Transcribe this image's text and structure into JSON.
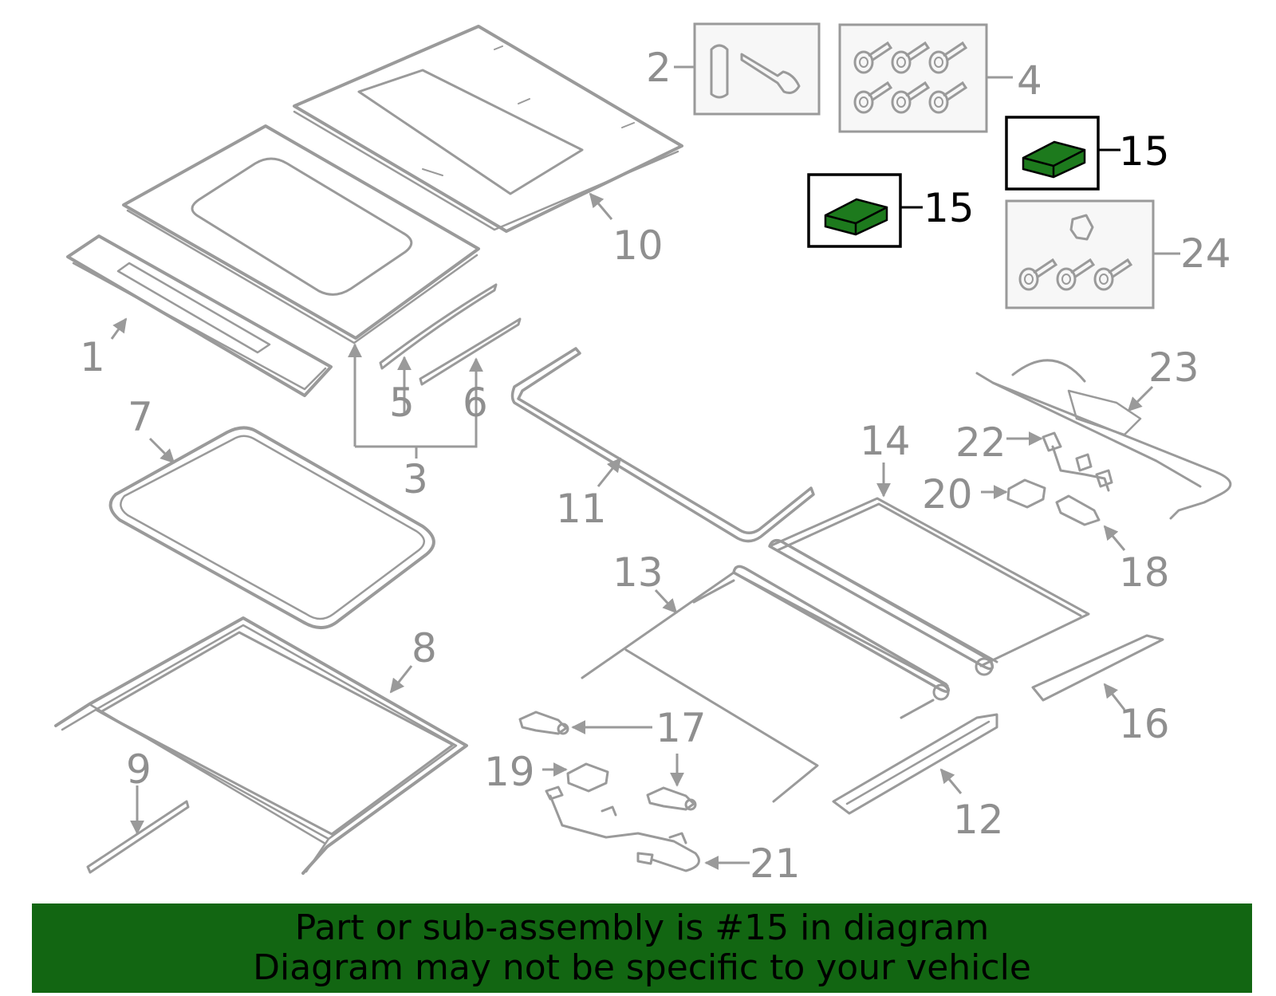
{
  "colors": {
    "line": "#9a9a9a",
    "label": "#8f8f8f",
    "highlight_fill": "#1d7a1d",
    "highlight_label": "#000000",
    "banner": "#126612",
    "box_fill": "#f7f7f7"
  },
  "callouts": {
    "c1": "1",
    "c2": "2",
    "c3": "3",
    "c4": "4",
    "c5": "5",
    "c6": "6",
    "c7": "7",
    "c8": "8",
    "c9": "9",
    "c10": "10",
    "c11": "11",
    "c12": "12",
    "c13": "13",
    "c14": "14",
    "c15a": "15",
    "c15b": "15",
    "c16": "16",
    "c17": "17",
    "c18": "18",
    "c19": "19",
    "c20": "20",
    "c21": "21",
    "c22": "22",
    "c23": "23",
    "c24": "24"
  },
  "highlighted_part": "15",
  "banner": {
    "line1": "Part or sub-assembly is #15 in diagram",
    "line2": "Diagram may not be specific to your vehicle"
  }
}
